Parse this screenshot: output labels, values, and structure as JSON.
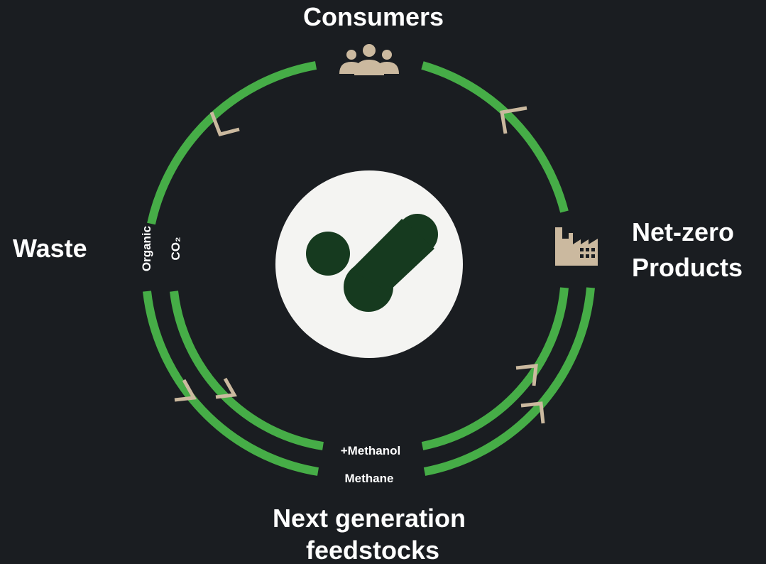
{
  "nodes": {
    "consumers": "Consumers",
    "waste": "Waste",
    "products_line1": "Net-zero",
    "products_line2": "Products",
    "feedstocks_line1": "Next generation",
    "feedstocks_line2": "feedstocks"
  },
  "flows": {
    "organic": "Organic",
    "co2": "CO₂",
    "methanol": "+Methanol",
    "methane": "Methane"
  },
  "icons": {
    "top": "people-group-icon",
    "right": "factory-icon",
    "center": "molecule-logo-icon"
  },
  "colors": {
    "background": "#1a1d21",
    "flow": "#46ad47",
    "icon": "#cbb99f",
    "center_disc": "#f4f4f2",
    "molecule": "#163a1f"
  }
}
